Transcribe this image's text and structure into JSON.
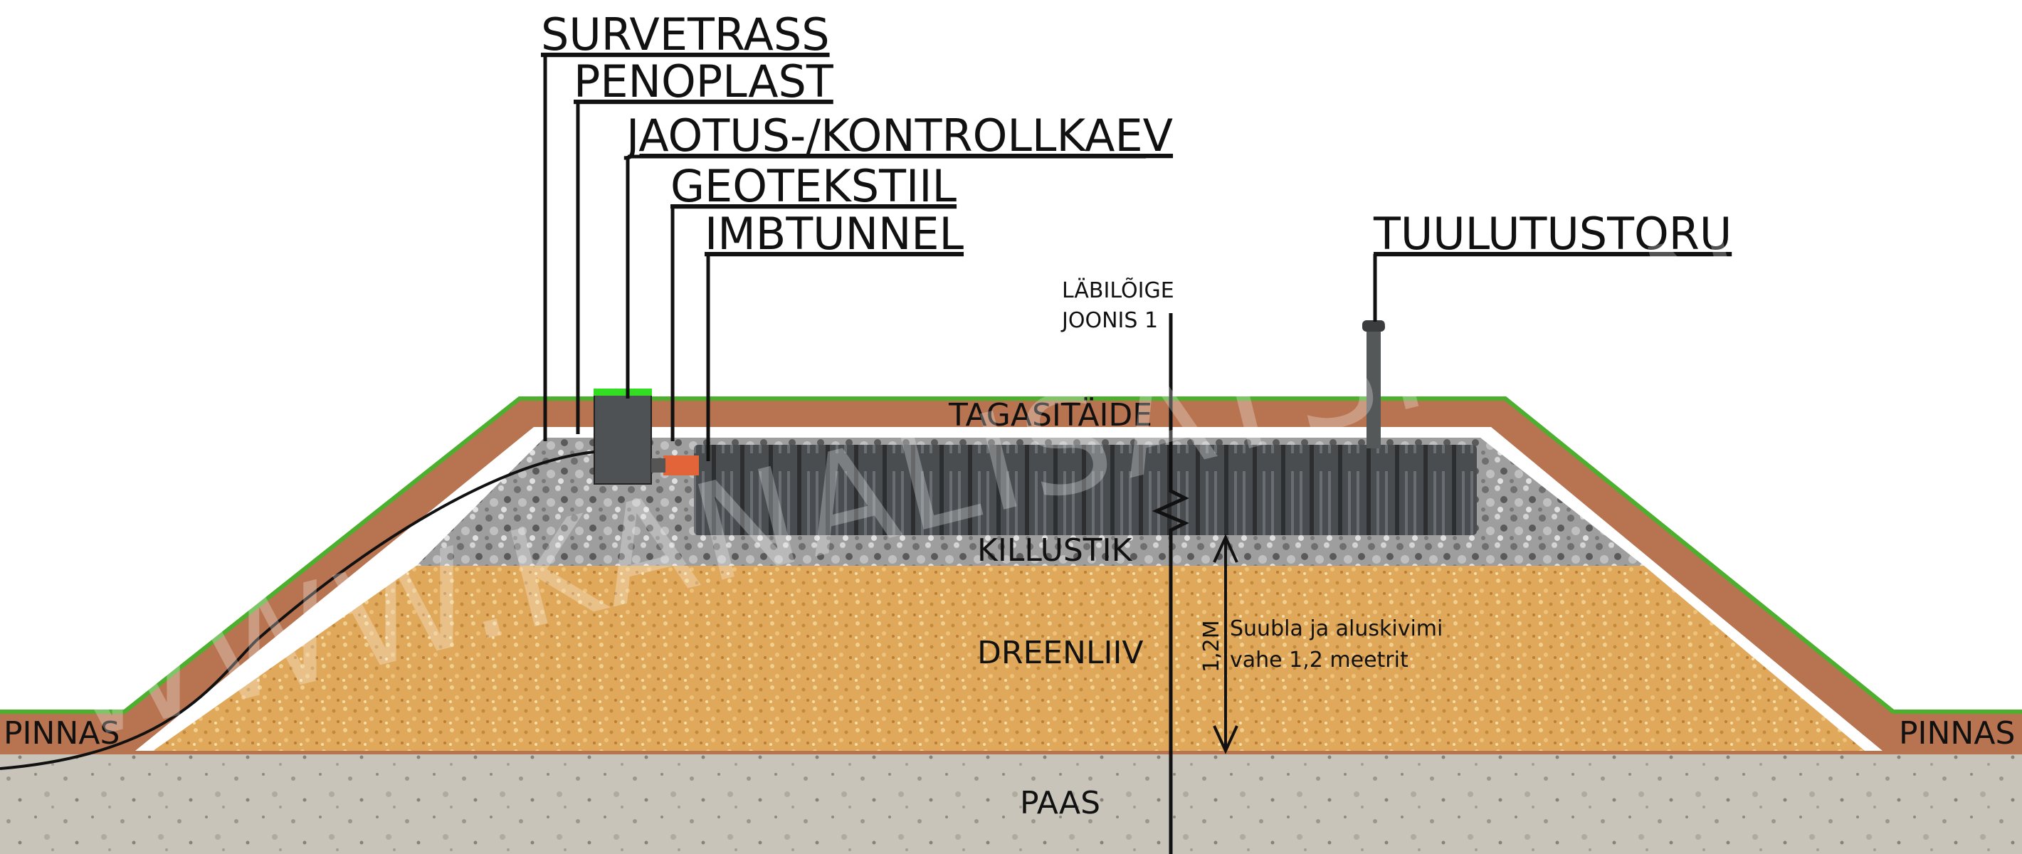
{
  "callouts": {
    "survetrass": "SURVETRASS",
    "penoplast": "PENOPLAST",
    "jaotus": "JAOTUS-/KONTROLLKAEV",
    "geotekstiil": "GEOTEKSTIIL",
    "imbtunnel": "IMBTUNNEL",
    "tuulutustoru": "TUULUTUSTORU"
  },
  "layers": {
    "tagasitaide": "TAGASITÄIDE",
    "killustik": "KILLUSTIK",
    "dreenliiv": "DREENLIIV",
    "paas": "PAAS",
    "pinnas_left": "PINNAS",
    "pinnas_right": "PINNAS"
  },
  "section": {
    "line1": "LÄBILÕIGE",
    "line2": "JOONIS 1"
  },
  "dimension": {
    "value": "1,2M",
    "note_line1": "Suubla ja aluskivimi",
    "note_line2": "vahe 1,2 meetrit"
  },
  "watermark": "WWW.KANALISATSIOON.EE",
  "colors": {
    "topsoil": "#b87451",
    "grass": "#4caf2e",
    "gravel": "#a9a9a9",
    "sand": "#dfa85a",
    "bedrock": "#c9c5bc",
    "tunnel": "#4a4d50",
    "well_lid": "#33dd22",
    "insulation": "#e4643a"
  }
}
